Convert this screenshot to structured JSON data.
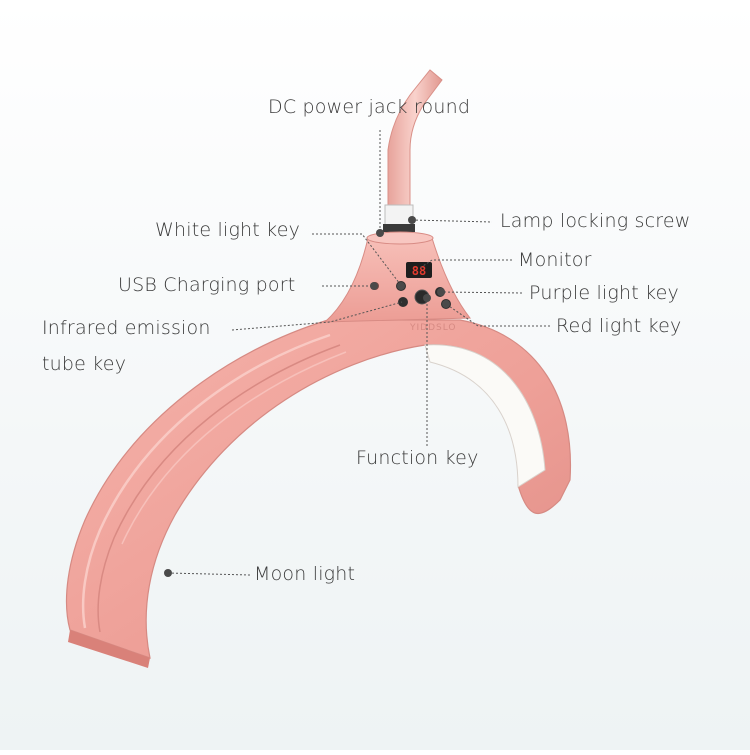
{
  "product": {
    "brand": "YIDDSLO",
    "display_reading": "88"
  },
  "callouts": {
    "dc_power_jack": "DC  power jack round",
    "lamp_locking_screw": "Lamp locking screw",
    "white_light_key": "White light key",
    "monitor": "Monitor",
    "usb_charging_port": "USB Charging port",
    "purple_light_key": "Purple light key",
    "infrared_emission_line1": "Infrared emission",
    "infrared_emission_line2": "tube key",
    "red_light_key": "Red light key",
    "function_key": "Function key",
    "moon_light": "Moon light"
  },
  "colors": {
    "lamp_body": "#f0a29b",
    "lamp_shadow": "#d9807a",
    "lamp_highlight": "#f8c3bd",
    "light_panel": "#fbfaf7",
    "leader_line": "#555555",
    "display": "#e23b2e"
  }
}
